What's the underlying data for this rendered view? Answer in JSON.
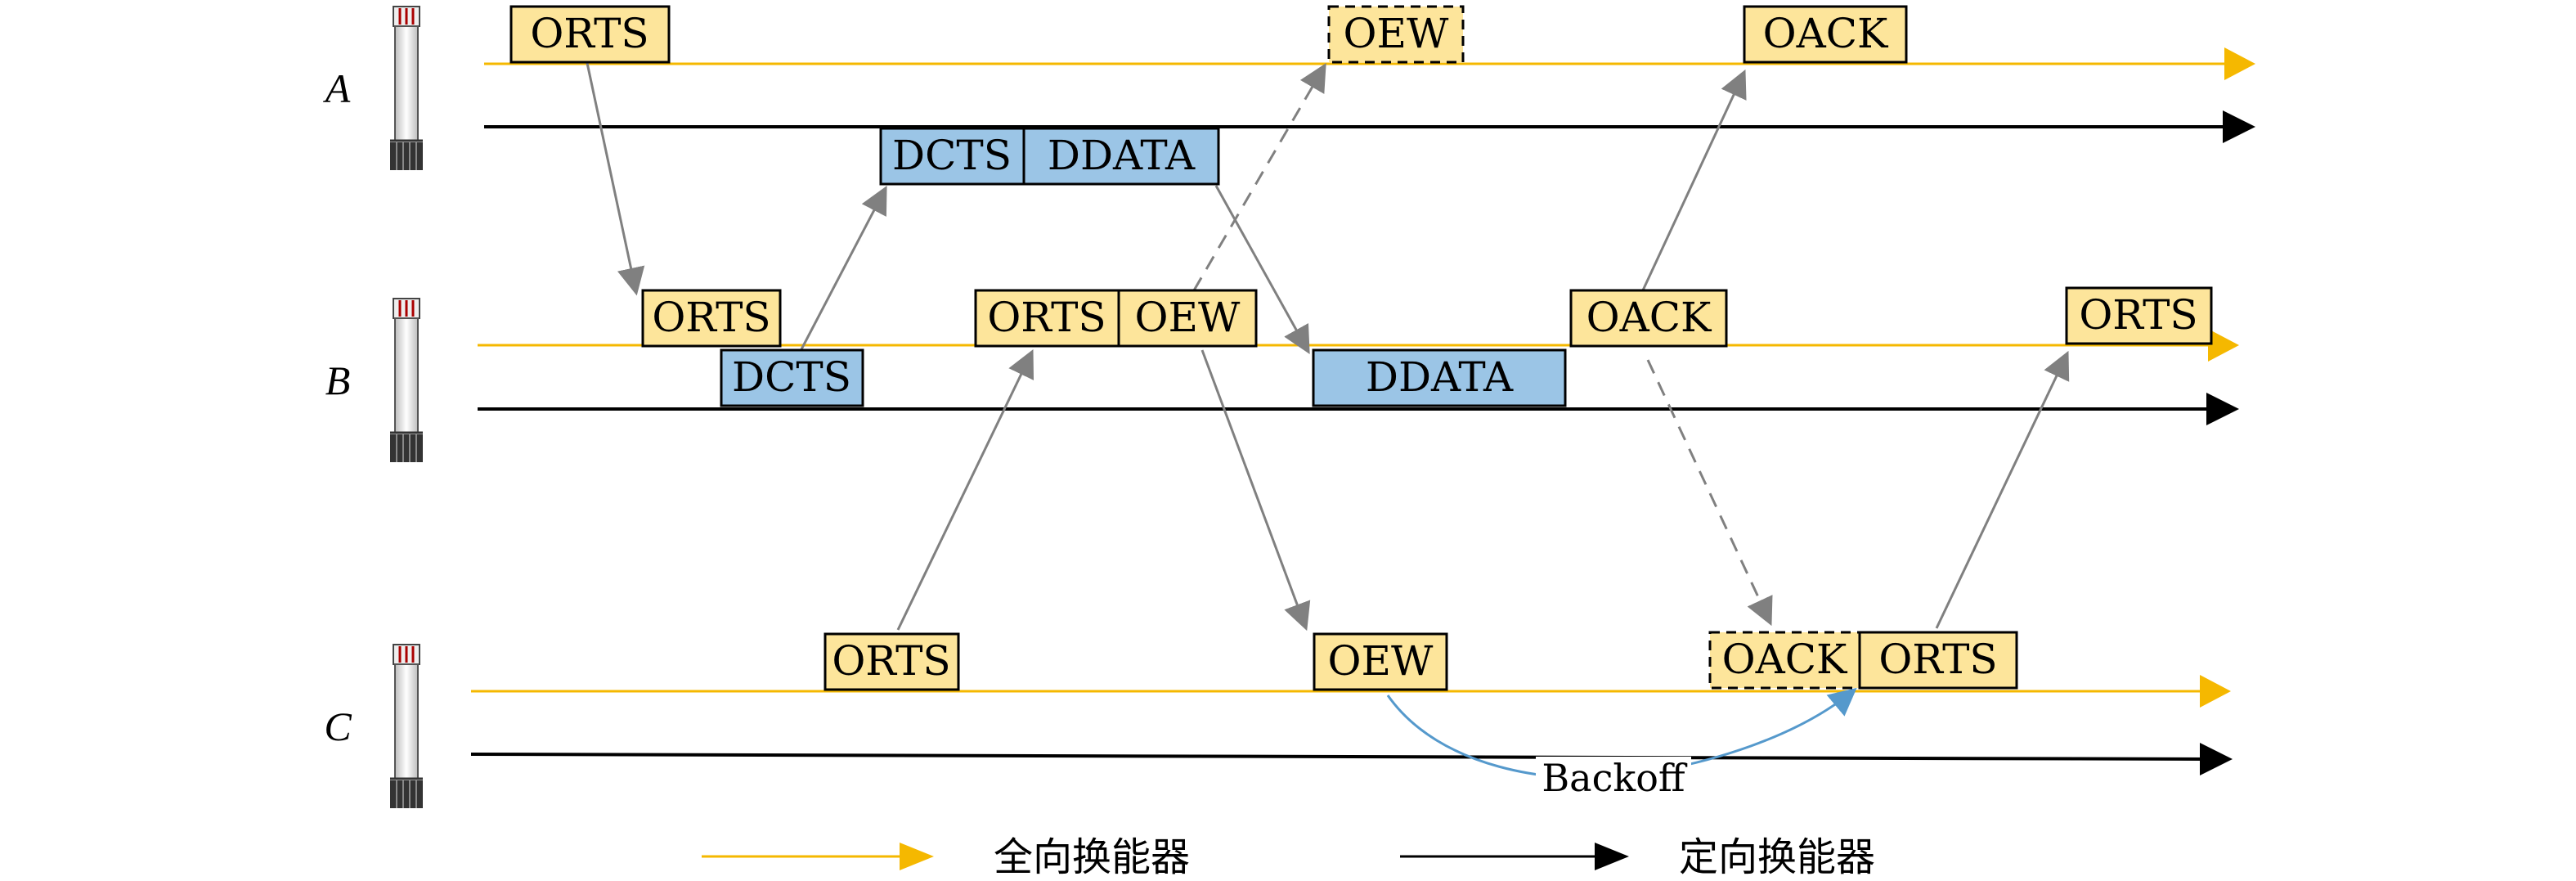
{
  "nodes": [
    {
      "id": "A",
      "label": "A"
    },
    {
      "id": "B",
      "label": "B"
    },
    {
      "id": "C",
      "label": "C"
    }
  ],
  "colors": {
    "omni": "#f5b800",
    "directional": "#000000",
    "omni_packet_fill": "#fde59b",
    "directional_packet_fill": "#9bc5e6",
    "arrow_gray": "#808080",
    "backoff_blue": "#5599cc"
  },
  "packets": {
    "a_orts": "ORTS",
    "a_dcts": "DCTS",
    "a_ddata": "DDATA",
    "a_oew": "OEW",
    "a_oack": "OACK",
    "b_orts_1": "ORTS",
    "b_dcts": "DCTS",
    "b_orts_2": "ORTS",
    "b_oew": "OEW",
    "b_ddata": "DDATA",
    "b_oack": "OACK",
    "b_orts_3": "ORTS",
    "c_orts_1": "ORTS",
    "c_oew": "OEW",
    "c_oack": "OACK",
    "c_orts_2": "ORTS"
  },
  "backoff_label": "Backoff",
  "legend": {
    "omni_label": "全向换能器",
    "directional_label": "定向换能器"
  }
}
